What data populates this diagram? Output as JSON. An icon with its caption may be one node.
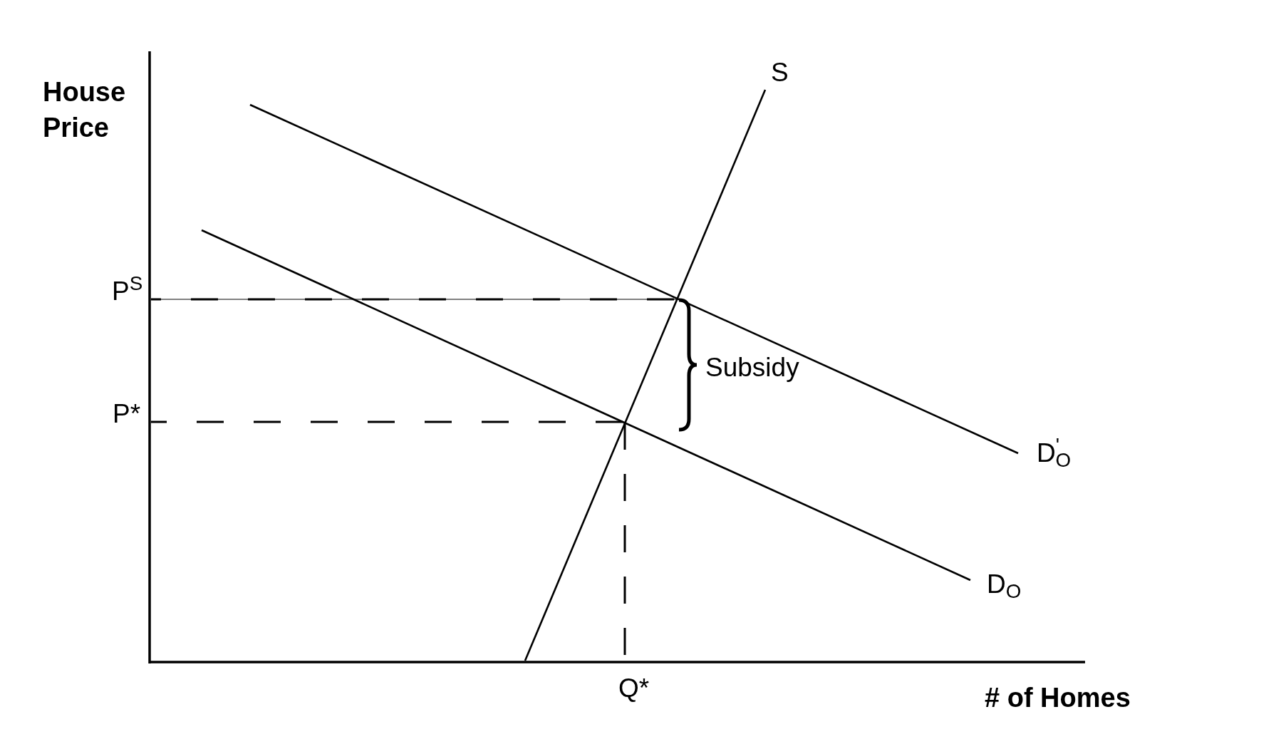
{
  "diagram": {
    "labels": [
      "House Price",
      "S",
      "P$^{S}$",
      "Subsidy",
      "P*",
      "D$^{'}$$_{O}$",
      "D$_{O}$",
      "Q*",
      "# of Homes"
    ]
  }
}
